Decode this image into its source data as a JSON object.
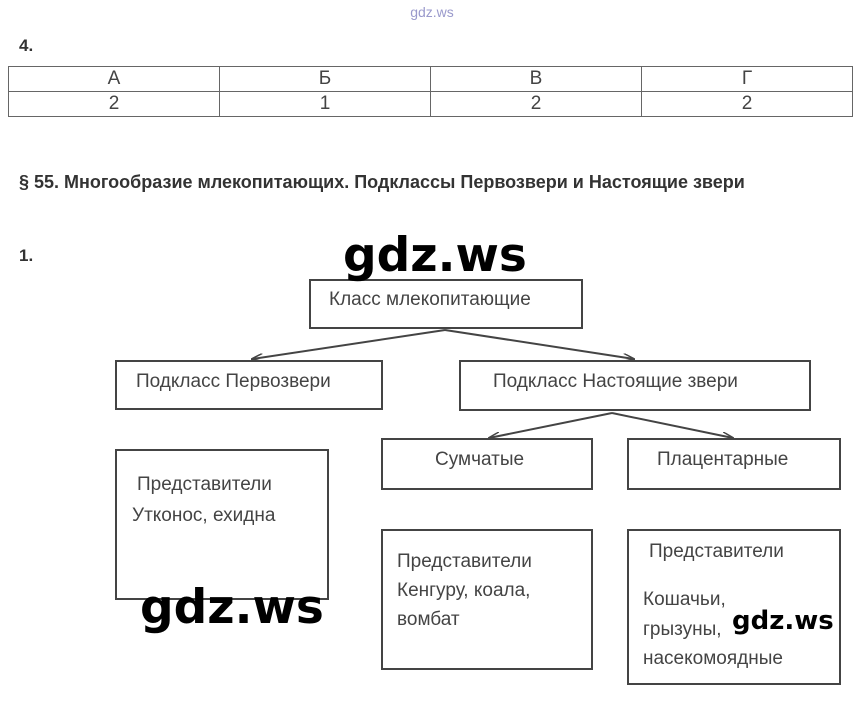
{
  "watermark_top": "gdz.ws",
  "watermark_big": "gdz.ws",
  "task4": {
    "number": "4.",
    "headers": [
      "А",
      "Б",
      "В",
      "Г"
    ],
    "values": [
      "2",
      "1",
      "2",
      "2"
    ]
  },
  "section_heading": "§ 55. Многообразие млекопитающих. Подклассы Первозвери и Настоящие звери",
  "task1": {
    "number": "1.",
    "root": "Класс млекопитающие",
    "sub1": "Подкласс Первозвери",
    "sub2": "Подкласс Настоящие звери",
    "sub2_a": "Сумчатые",
    "sub2_b": "Плацентарные",
    "rep1": {
      "title": "Представители",
      "items": "Утконос, ехидна"
    },
    "rep2": {
      "title": "Представители",
      "line1": "Кенгуру, коала,",
      "line2": "вомбат"
    },
    "rep3": {
      "title": "Представители",
      "line1": "Кошачьи,",
      "line2": "грызуны,",
      "line3": "насекомоядные"
    }
  }
}
